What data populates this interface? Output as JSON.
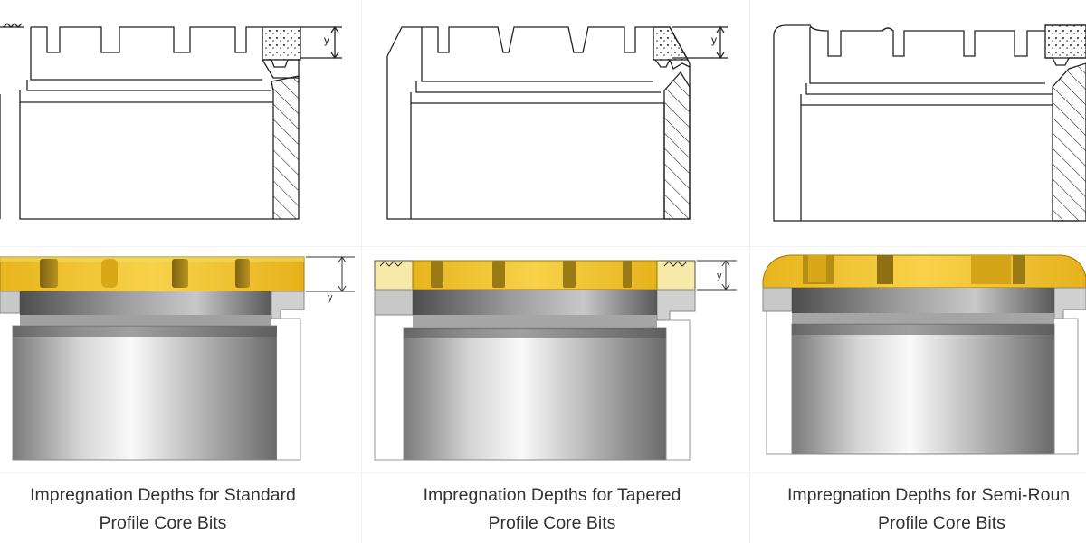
{
  "figures": [
    {
      "id": "standard",
      "dimension_label_top": "y",
      "dimension_label_bottom": "y",
      "caption_line1": "Impregnation Depths for Standard",
      "caption_line2": "Profile Core Bits"
    },
    {
      "id": "tapered",
      "dimension_label_top": "y",
      "dimension_label_bottom": "y",
      "caption_line1": "Impregnation Depths for Tapered",
      "caption_line2": "Profile Core Bits"
    },
    {
      "id": "semi-round",
      "dimension_label_top": "",
      "dimension_label_bottom": "",
      "caption_line1": "Impregnation Depths for Semi-Roun",
      "caption_line2": "Profile Core Bits"
    }
  ],
  "colors": {
    "impregnated_segment": "#f2c230",
    "segment_shadow": "#9a7a10",
    "steel_light": "#ececec",
    "steel_dark": "#6e6e6e",
    "line": "#222222",
    "caption_text": "#333333"
  }
}
